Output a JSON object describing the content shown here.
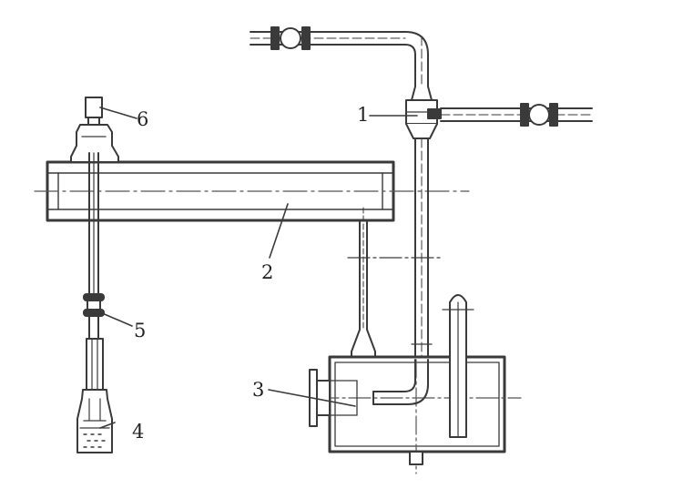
{
  "colors": {
    "background": "#ffffff",
    "line": "#3a3a3a",
    "fill_light": "#ffffff",
    "centerline": "#555555"
  },
  "callouts": [
    {
      "id": "1",
      "label": "1",
      "part": "tee-fitting"
    },
    {
      "id": "2",
      "label": "2",
      "part": "horizontal-tube"
    },
    {
      "id": "3",
      "label": "3",
      "part": "tank-fitting"
    },
    {
      "id": "4",
      "label": "4",
      "part": "liquid-cup"
    },
    {
      "id": "5",
      "label": "5",
      "part": "coupling"
    },
    {
      "id": "6",
      "label": "6",
      "part": "top-cap"
    }
  ]
}
